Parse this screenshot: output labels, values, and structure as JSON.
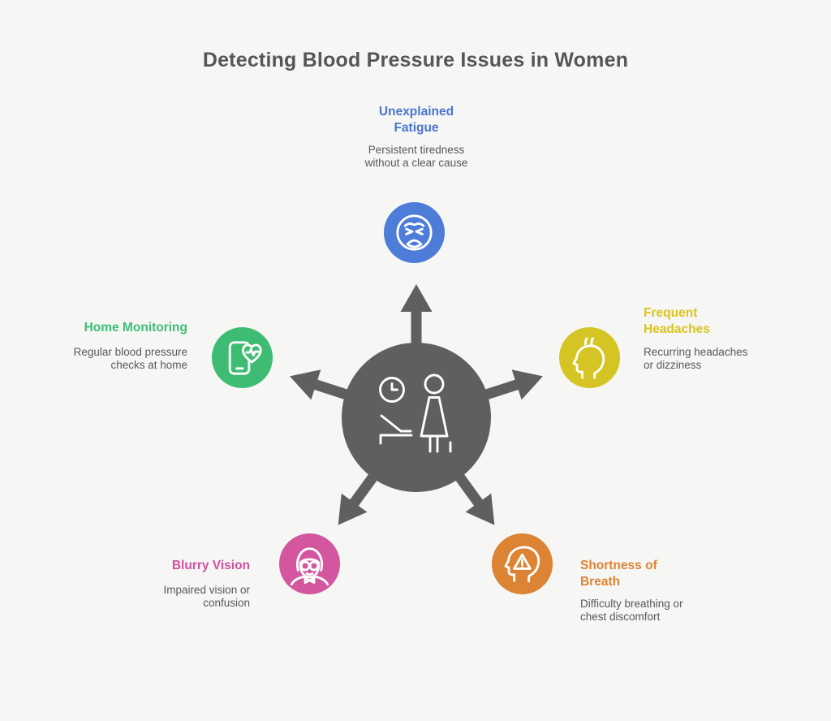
{
  "title": "Detecting Blood Pressure Issues in Women",
  "center": {
    "icon": "patient-checkup-icon",
    "color": "#5F5F5F"
  },
  "nodes": [
    {
      "id": "unexplained-fatigue",
      "position": "top",
      "label": "Unexplained\nFatigue",
      "description": "Persistent tiredness\nwithout a clear cause",
      "icon": "weary-face-icon",
      "circle_color": "#4D7CD9",
      "label_color": "#4A75CF"
    },
    {
      "id": "frequent-headaches",
      "position": "right",
      "label": "Frequent\nHeadaches",
      "description": "Recurring headaches\nor dizziness",
      "icon": "headache-head-icon",
      "circle_color": "#D5C524",
      "label_color": "#D8C51D"
    },
    {
      "id": "home-monitoring",
      "position": "left",
      "label": "Home Monitoring",
      "description": "Regular blood pressure\nchecks at home",
      "icon": "phone-heartbeat-icon",
      "circle_color": "#3FBC73",
      "label_color": "#3EBD77"
    },
    {
      "id": "blurry-vision",
      "position": "bottom-left",
      "label": "Blurry Vision",
      "description": "Impaired vision or\nconfusion",
      "icon": "woman-glasses-icon",
      "circle_color": "#D3569F",
      "label_color": "#D0509E"
    },
    {
      "id": "shortness-of-breath",
      "position": "bottom-right",
      "label": "Shortness of\nBreath",
      "description": "Difficulty breathing or\nchest discomfort",
      "icon": "head-warning-icon",
      "circle_color": "#DD8434",
      "label_color": "#DC8435"
    }
  ],
  "colors": {
    "background": "#F6F6F5",
    "title_text": "#55565A",
    "body_text": "#57585A"
  }
}
